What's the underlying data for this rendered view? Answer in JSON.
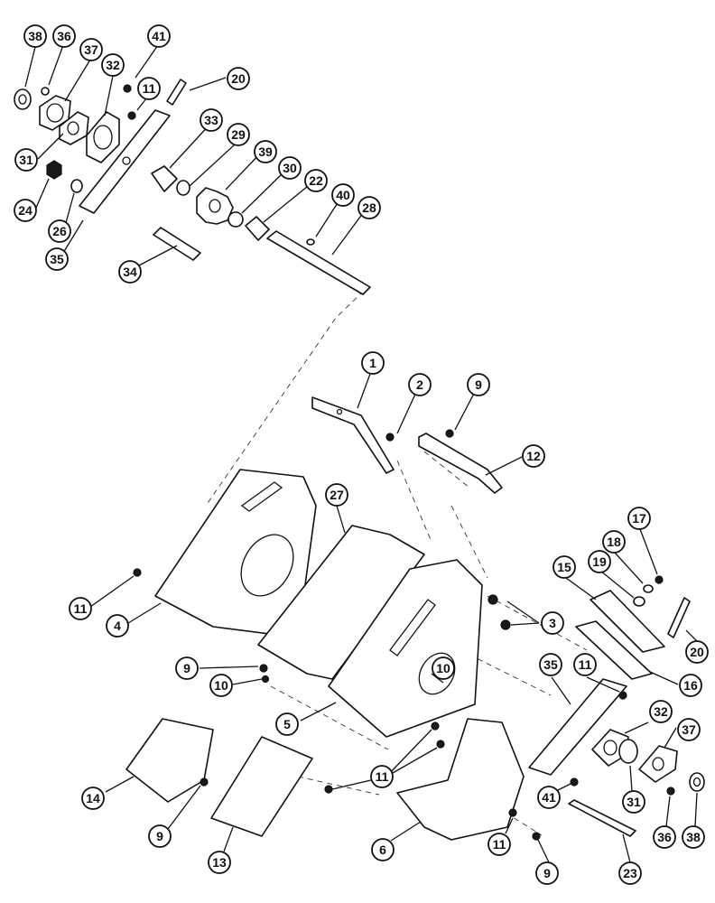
{
  "colors": {
    "ink": "#111111",
    "paper": "#ffffff"
  },
  "callouts": [
    {
      "id": "c38a",
      "label": "38"
    },
    {
      "id": "c36a",
      "label": "36"
    },
    {
      "id": "c37a",
      "label": "37"
    },
    {
      "id": "c41a",
      "label": "41"
    },
    {
      "id": "c32a",
      "label": "32"
    },
    {
      "id": "c11a",
      "label": "11"
    },
    {
      "id": "c20a",
      "label": "20"
    },
    {
      "id": "c31a",
      "label": "31"
    },
    {
      "id": "c24",
      "label": "24"
    },
    {
      "id": "c26",
      "label": "26"
    },
    {
      "id": "c35a",
      "label": "35"
    },
    {
      "id": "c33",
      "label": "33"
    },
    {
      "id": "c29",
      "label": "29"
    },
    {
      "id": "c39",
      "label": "39"
    },
    {
      "id": "c30",
      "label": "30"
    },
    {
      "id": "c22",
      "label": "22"
    },
    {
      "id": "c40",
      "label": "40"
    },
    {
      "id": "c28",
      "label": "28"
    },
    {
      "id": "c34",
      "label": "34"
    },
    {
      "id": "c1",
      "label": "1"
    },
    {
      "id": "c2",
      "label": "2"
    },
    {
      "id": "c9a",
      "label": "9"
    },
    {
      "id": "c12",
      "label": "12"
    },
    {
      "id": "c27",
      "label": "27"
    },
    {
      "id": "c11b",
      "label": "11"
    },
    {
      "id": "c4",
      "label": "4"
    },
    {
      "id": "c17",
      "label": "17"
    },
    {
      "id": "c18",
      "label": "18"
    },
    {
      "id": "c15",
      "label": "15"
    },
    {
      "id": "c19",
      "label": "19"
    },
    {
      "id": "c3",
      "label": "3"
    },
    {
      "id": "c20b",
      "label": "20"
    },
    {
      "id": "c9b",
      "label": "9"
    },
    {
      "id": "c10a",
      "label": "10"
    },
    {
      "id": "c10b",
      "label": "10"
    },
    {
      "id": "c35b",
      "label": "35"
    },
    {
      "id": "c11c",
      "label": "11"
    },
    {
      "id": "c16",
      "label": "16"
    },
    {
      "id": "c5",
      "label": "5"
    },
    {
      "id": "c32b",
      "label": "32"
    },
    {
      "id": "c37b",
      "label": "37"
    },
    {
      "id": "c11d",
      "label": "11"
    },
    {
      "id": "c14",
      "label": "14"
    },
    {
      "id": "c41b",
      "label": "41"
    },
    {
      "id": "c31b",
      "label": "31"
    },
    {
      "id": "c9c",
      "label": "9"
    },
    {
      "id": "c13",
      "label": "13"
    },
    {
      "id": "c6",
      "label": "6"
    },
    {
      "id": "c11e",
      "label": "11"
    },
    {
      "id": "c9d",
      "label": "9"
    },
    {
      "id": "c23",
      "label": "23"
    },
    {
      "id": "c36b",
      "label": "36"
    },
    {
      "id": "c38b",
      "label": "38"
    }
  ]
}
